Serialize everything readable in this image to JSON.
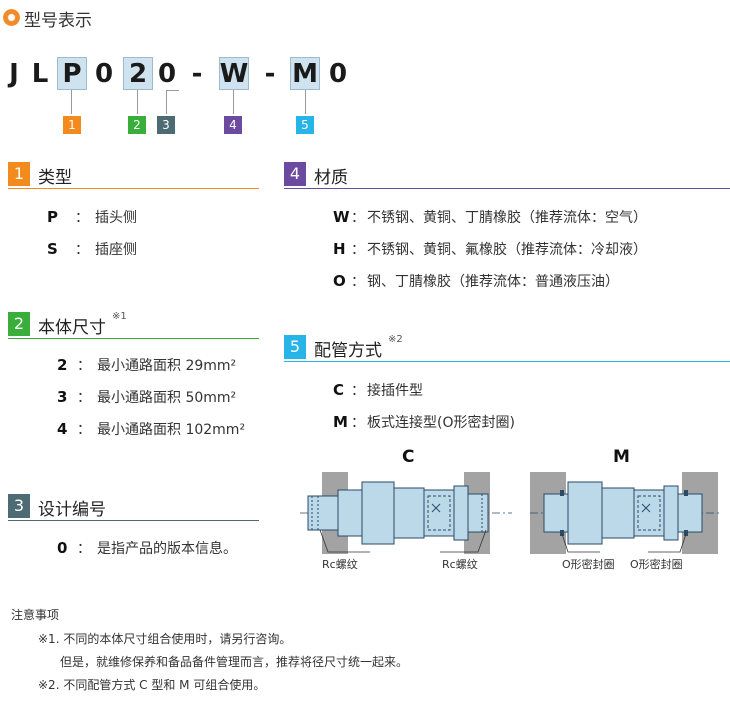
{
  "title": "型号表示",
  "model_code": {
    "chars": [
      "J",
      "L",
      "P",
      "0",
      "2",
      "0",
      "-",
      "W",
      "-",
      "M",
      "0"
    ],
    "badges": [
      {
        "label": "1",
        "color": "#f28a1e"
      },
      {
        "label": "2",
        "color": "#3aae3a"
      },
      {
        "label": "3",
        "color": "#4d6b72"
      },
      {
        "label": "4",
        "color": "#6c4aa0"
      },
      {
        "label": "5",
        "color": "#27b5e8"
      }
    ]
  },
  "sections": {
    "type": {
      "num": "1",
      "color": "#f28a1e",
      "title": "类型",
      "items": [
        {
          "key": "P",
          "text": "插头侧"
        },
        {
          "key": "S",
          "text": "插座侧"
        }
      ]
    },
    "size": {
      "num": "2",
      "color": "#3aae3a",
      "title": "本体尺寸",
      "note": "※1",
      "items": [
        {
          "key": "2",
          "text": "最小通路面积 29mm²"
        },
        {
          "key": "3",
          "text": "最小通路面积 50mm²"
        },
        {
          "key": "4",
          "text": "最小通路面积 102mm²"
        }
      ]
    },
    "design": {
      "num": "3",
      "color": "#4d6b72",
      "title": "设计编号",
      "items": [
        {
          "key": "0",
          "text": "是指产品的版本信息。"
        }
      ]
    },
    "material": {
      "num": "4",
      "color": "#6c4aa0",
      "title": "材质",
      "items": [
        {
          "key": "W",
          "text": "不锈钢、黄铜、丁腈橡胶（推荐流体：空气）"
        },
        {
          "key": "H",
          "text": "不锈钢、黄铜、氟橡胶（推荐流体：冷却液）"
        },
        {
          "key": "O",
          "text": "钢、丁腈橡胶（推荐流体：普通液压油）"
        }
      ]
    },
    "piping": {
      "num": "5",
      "color": "#27b5e8",
      "title": "配管方式",
      "note": "※2",
      "items": [
        {
          "key": "C",
          "text": "接插件型"
        },
        {
          "key": "M",
          "text": "板式连接型(O形密封圈)"
        }
      ]
    }
  },
  "diagram": {
    "c_label": "C",
    "m_label": "M",
    "c_left": "Rc螺纹",
    "c_right": "Rc螺纹",
    "m_left": "O形密封圈",
    "m_right": "O形密封圈",
    "colors": {
      "body": "#bcd9ea",
      "plate": "#9a9a9a",
      "line": "#2a4a66"
    }
  },
  "notes": {
    "heading": "注意事项",
    "n1_mark": "※1.",
    "n1_line1": "不同的本体尺寸组合使用时，请另行咨询。",
    "n1_line2": "但是，就维修保养和备品备件管理而言，推荐将径尺寸统一起来。",
    "n2_mark": "※2.",
    "n2_line1": "不同配管方式 C 型和 M 可组合使用。"
  }
}
